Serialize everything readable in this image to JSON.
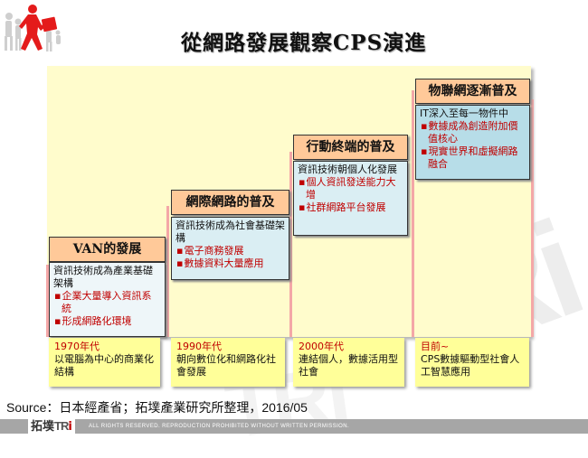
{
  "title": "從網路發展觀察CPS演進",
  "logo": {
    "icon": "walking-businessman-icon"
  },
  "stages": [
    {
      "heading": "VAN的發展",
      "lead": "資訊技術成為產業基礎架構",
      "points": [
        "企業大量導入資訊系統",
        "形成網路化環境"
      ],
      "era_year": "1970年代",
      "era_desc": "以電腦為中心的商業化結構"
    },
    {
      "heading": "網際網路的普及",
      "lead": "資訊技術成為社會基礎架構",
      "points": [
        "電子商務發展",
        "數據資料大量應用"
      ],
      "era_year": "1990年代",
      "era_desc": "朝向數位化和網路化社會發展"
    },
    {
      "heading": "行動終端的普及",
      "lead": "資訊技術朝個人化發展",
      "points": [
        "個人資訊發送能力大增",
        "社群網路平台發展"
      ],
      "era_year": "2000年代",
      "era_desc": "連結個人，數據活用型社會"
    },
    {
      "heading": "物聯網逐漸普及",
      "lead": "IT深入至每一物件中",
      "points": [
        "數據成為創造附加價值核心",
        "現實世界和虛擬網路融合"
      ],
      "era_year": "目前~",
      "era_desc": "CPS數據驅動型社會人工智慧應用"
    }
  ],
  "source": "Source：日本經產省；拓墣產業研究所整理，2016/05",
  "footer": {
    "brand_cn": "拓墣",
    "brand_en": "TR",
    "brand_i": "i",
    "notice": "ALL RIGHTS RESERVED. REPRODUCTION PROHIBITED WITHOUT WRITTEN PERMISSION."
  },
  "colors": {
    "panel": "#FFFCCC",
    "heading": "#FFC999",
    "body": "#DAEEF3",
    "era": "#FFFF99",
    "accent_red": "#C00000",
    "divider": "#F4A7A7"
  }
}
